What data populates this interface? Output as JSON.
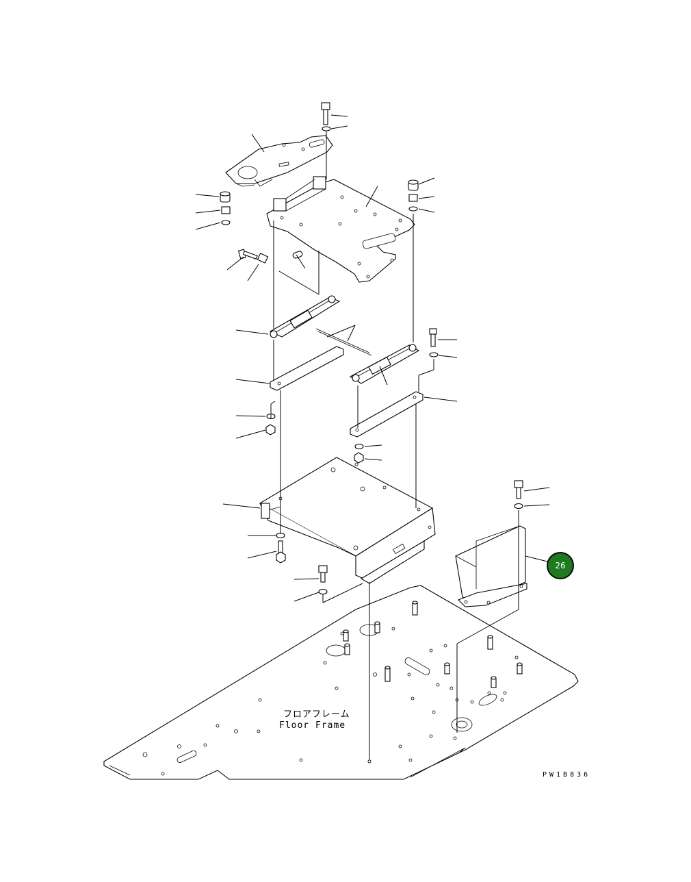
{
  "diagram": {
    "floor_label_jp": "フロアフレーム",
    "floor_label_en": "Floor Frame",
    "drawing_code": "PW1B836",
    "callout": {
      "number": "26",
      "fill": "#1e7a1e",
      "border": "#0a0a0a",
      "text_color": "#ffffff"
    }
  }
}
